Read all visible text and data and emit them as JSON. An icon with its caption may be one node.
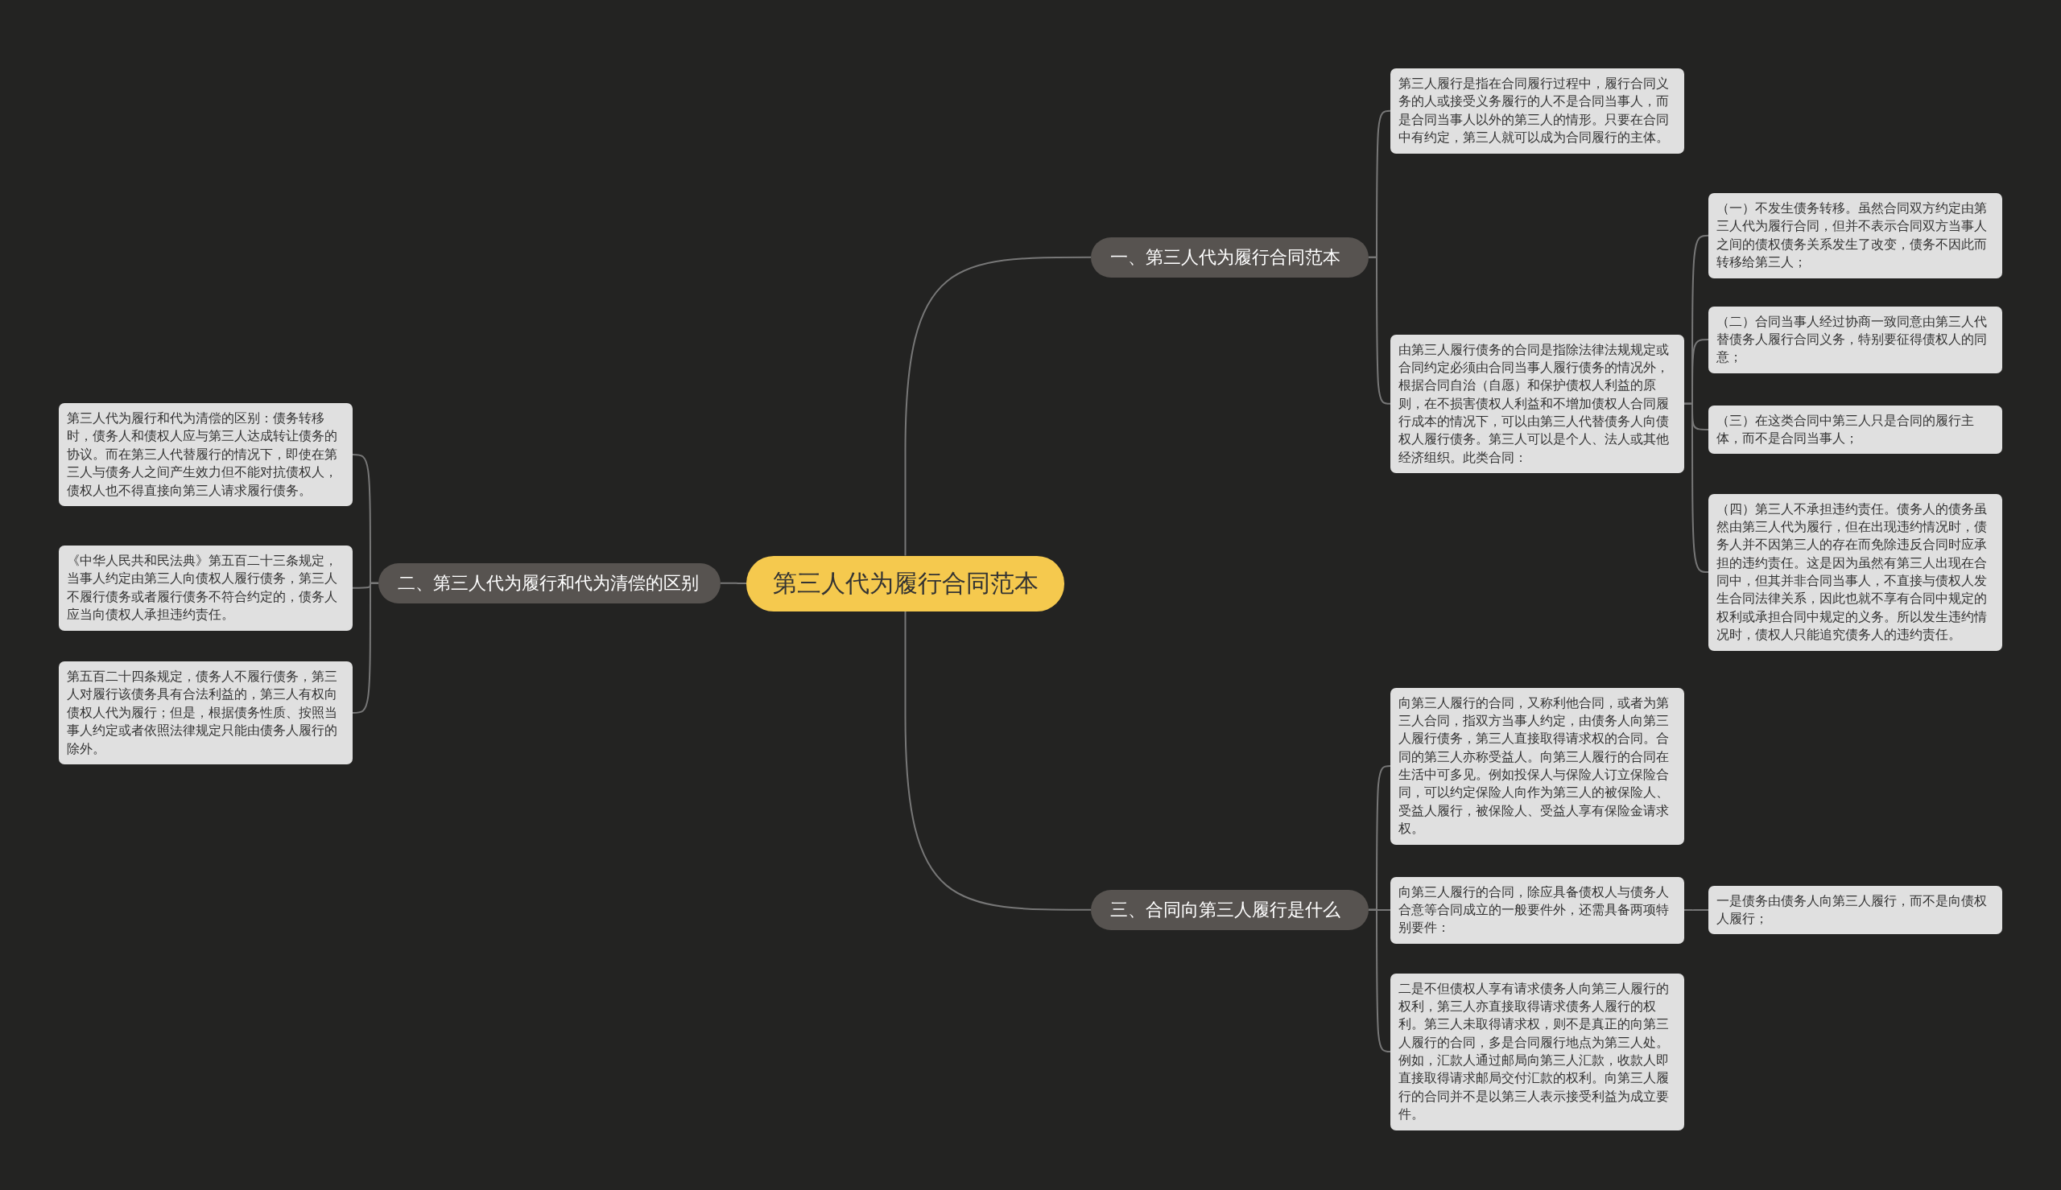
{
  "diagram": {
    "nodes": [
      {
        "text": [
          "第三人代为履行合同范本"
        ]
      },
      {
        "text": [
          "一、第三人代为履行合同范本"
        ]
      },
      {
        "text": [
          "第三人履行是指在合同履行过程中，履行合同义务的人或接受义务履行的人不是合同当事人，而是合同当事人以外的第三人的情形。只要在合同中有约定，第三人就可以成为合同履行的主体。"
        ]
      },
      {
        "text": [
          "由第三人履行债务的合同是指除法律法规规定或合同约定必须由合同当事人履行债务的情况外，根据合同自治（自愿）和保护债权人利益的原则，在不损害债权人利益和不增加债权人合同履行成本的情况下，可以由第三人代替债务人向债权人履行债务。第三人可以是个人、法人或其他经济组织。此类合同："
        ]
      },
      {
        "text": [
          "（一）不发生债务转移。虽然合同双方约定由第三人代为履行合同，但并不表示合同双方当事人之间的债权债务关系发生了改变，债务不因此而转移给第三人；"
        ]
      },
      {
        "text": [
          "（二）合同当事人经过协商一致同意由第三人代替债务人履行合同义务，特别要征得债权人的同意；"
        ]
      },
      {
        "text": [
          "（三）在这类合同中第三人只是合同的履行主体，而不是合同当事人；"
        ]
      },
      {
        "text": [
          "（四）第三人不承担违约责任。债务人的债务虽然由第三人代为履行，但在出现违约情况时，债务人并不因第三人的存在而免除违反合同时应承担的违约责任。这是因为虽然有第三人出现在合同中，但其并非合同当事人，不直接与债权人发生合同法律关系，因此也就不享有合同中规定的权利或承担合同中规定的义务。所以发生违约情况时，债权人只能追究债务人的违约责任。"
        ]
      },
      {
        "text": [
          "二、第三人代为履行和代为清偿的区别"
        ]
      },
      {
        "text": [
          "第三人代为履行和代为清偿的区别：债务转移时，债务人和债权人应与第三人达成转让债务的协议。而在第三人代替履行的情况下，即使在第三人与债务人之间产生效力但不能对抗债权人，债权人也不得直接向第三人请求履行债务。"
        ]
      },
      {
        "text": [
          "《中华人民共和民法典》第五百二十三条规定，当事人约定由第三人向债权人履行债务，第三人不履行债务或者履行债务不符合约定的，债务人应当向债权人承担违约责任。"
        ]
      },
      {
        "text": [
          "第五百二十四条规定，债务人不履行债务，第三人对履行该债务具有合法利益的，第三人有权向债权人代为履行；但是，根据债务性质、按照当事人约定或者依照法律规定只能由债务人履行的除外。"
        ]
      },
      {
        "text": [
          "三、合同向第三人履行是什么"
        ]
      },
      {
        "text": [
          "向第三人履行的合同，又称利他合同，或者为第三人合同，指双方当事人约定，由债务人向第三人履行债务，第三人直接取得请求权的合同。合同的第三人亦称受益人。向第三人履行的合同在生活中可多见。例如投保人与保险人订立保险合同，可以约定保险人向作为第三人的被保险人、受益人履行，被保险人、受益人享有保险金请求权。"
        ]
      },
      {
        "text": [
          "向第三人履行的合同，除应具备债权人与债务人合意等合同成立的一般要件外，还需具备两项特别要件："
        ]
      },
      {
        "text": [
          "二是不但债权人享有请求债务人向第三人履行的权利，第三人亦直接取得请求债务人履行的权利。第三人未取得请求权，则不是真正的向第三人履行的合同，多是合同履行地点为第三人处。例如，汇款人通过邮局向第三人汇款，收款人即直接取得请求邮局交付汇款的权利。向第三人履行的合同并不是以第三人表示接受利益为成立要件。"
        ]
      },
      {
        "text": [
          "一是债务由债务人向第三人履行，而不是向债权人履行；"
        ]
      }
    ],
    "edges": [
      {
        "from": 0,
        "to": 1,
        "arrow": "none"
      },
      {
        "from": 1,
        "to": 2,
        "arrow": "none"
      },
      {
        "from": 1,
        "to": 3,
        "arrow": "none"
      },
      {
        "from": 3,
        "to": 4,
        "arrow": "none"
      },
      {
        "from": 3,
        "to": 5,
        "arrow": "none"
      },
      {
        "from": 3,
        "to": 6,
        "arrow": "none"
      },
      {
        "from": 3,
        "to": 7,
        "arrow": "none"
      },
      {
        "from": 0,
        "to": 8,
        "arrow": "none"
      },
      {
        "from": 8,
        "to": 9,
        "arrow": "none"
      },
      {
        "from": 8,
        "to": 10,
        "arrow": "none"
      },
      {
        "from": 8,
        "to": 11,
        "arrow": "none"
      },
      {
        "from": 0,
        "to": 12,
        "arrow": "none"
      },
      {
        "from": 12,
        "to": 13,
        "arrow": "none"
      },
      {
        "from": 12,
        "to": 14,
        "arrow": "none"
      },
      {
        "from": 12,
        "to": 15,
        "arrow": "none"
      },
      {
        "from": 14,
        "to": 16,
        "arrow": "none"
      }
    ]
  }
}
